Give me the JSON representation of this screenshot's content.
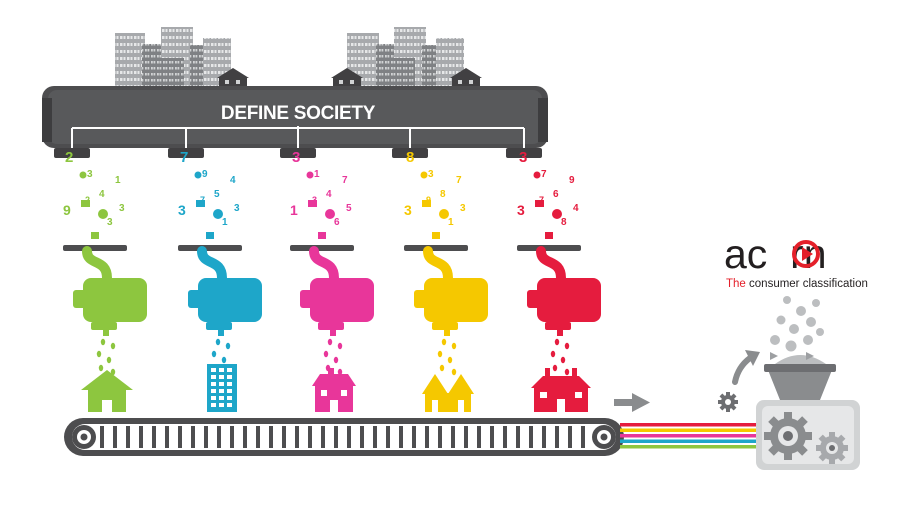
{
  "header": {
    "title": "DEFINE SOCIETY"
  },
  "brand": {
    "name_part1": "ac",
    "name_part2": "rn",
    "tagline_prefix": "The",
    "tagline_rest": " consumer classification",
    "accent_color": "#e4202a",
    "text_color": "#231f20"
  },
  "colors": {
    "machine": "#4d4d4f",
    "segments": [
      "#8dc63f",
      "#1ea6c9",
      "#e8369a",
      "#f5c800",
      "#e51c3e"
    ],
    "buildings": "#9d9fa2",
    "buildings_dark": "#6d6e71",
    "conveyor": "#4d4d4f",
    "streams": [
      "#e51c3e",
      "#f5c800",
      "#e8369a",
      "#1ea6c9",
      "#8dc63f"
    ],
    "arrow": "#8a8c8e",
    "gear": "#8a8c8e"
  },
  "segments": [
    {
      "name": "green",
      "house_icon": "house-with-roof-icon",
      "symbols": [
        "2",
        "3",
        "9",
        "1",
        "4",
        "3",
        "2",
        "3"
      ]
    },
    {
      "name": "blue",
      "house_icon": "apartment-block-icon",
      "symbols": [
        "7",
        "9",
        "3",
        "4",
        "5",
        "3",
        "7",
        "1"
      ]
    },
    {
      "name": "pink",
      "house_icon": "townhouse-icon",
      "symbols": [
        "3",
        "1",
        "1",
        "7",
        "4",
        "5",
        "3",
        "6"
      ]
    },
    {
      "name": "yellow",
      "house_icon": "semi-detached-house-icon",
      "symbols": [
        "8",
        "3",
        "3",
        "7",
        "8",
        "3",
        "9",
        "1"
      ]
    },
    {
      "name": "red",
      "house_icon": "detached-house-icon",
      "symbols": [
        "3",
        "7",
        "3",
        "9",
        "6",
        "4",
        "7",
        "8"
      ]
    }
  ]
}
